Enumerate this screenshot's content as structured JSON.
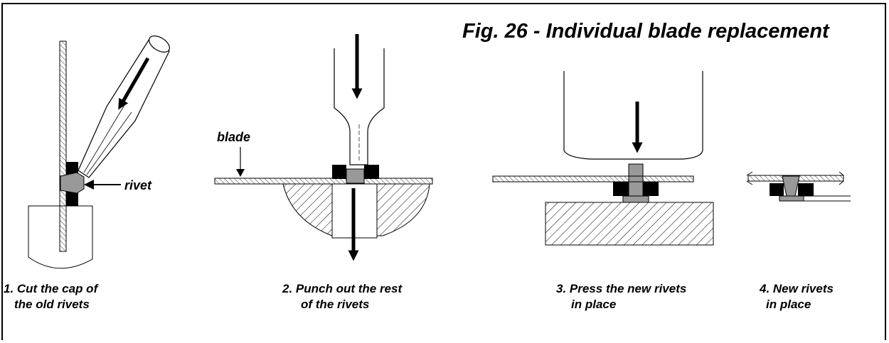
{
  "figure": {
    "title": "Fig. 26 - Individual blade replacement",
    "labels": {
      "blade": "blade",
      "rivet": "rivet"
    },
    "steps": [
      {
        "line1": "1. Cut the cap of",
        "line2": "the old rivets"
      },
      {
        "line1": "2. Punch out the rest",
        "line2": "of the rivets"
      },
      {
        "line1": "3. Press the new rivets",
        "line2": "in place"
      },
      {
        "line1": "4. New rivets",
        "line2": "in place"
      }
    ]
  }
}
